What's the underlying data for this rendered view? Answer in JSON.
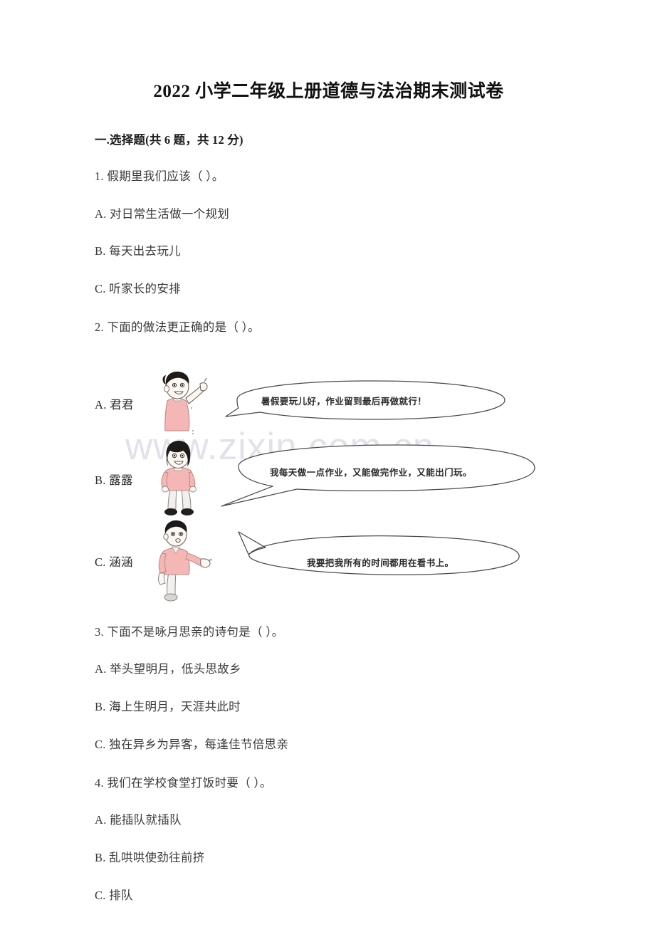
{
  "document": {
    "title": "2022 小学二年级上册道德与法治期末测试卷",
    "watermark": "www.zixin.com.cn"
  },
  "section": {
    "heading": "一.选择题(共 6 题，共 12 分)"
  },
  "questions": [
    {
      "stem": "1. 假期里我们应该（        ）。",
      "options": [
        "A. 对日常生活做一个规划",
        "B. 每天出去玩儿",
        "C. 听家长的安排"
      ]
    },
    {
      "stem": "2. 下面的做法更正确的是（        ）。",
      "picture_options": [
        {
          "label": "A. 君君",
          "speech": "暑假要玩儿好，作业留到最后再做就行！",
          "character": "boy-pointing-up"
        },
        {
          "label": "B. 露露",
          "speech": "我每天做一点作业，又能做完作业，又能出门玩。",
          "character": "girl-standing"
        },
        {
          "label": "C. 涵涵",
          "speech": "我要把我所有的时间都用在看书上。",
          "character": "boy-pointing-right"
        }
      ]
    },
    {
      "stem": "3. 下面不是咏月思亲的诗句是（        ）。",
      "options": [
        "A. 举头望明月，低头思故乡",
        "B. 海上生明月，天涯共此时",
        "C. 独在异乡为异客，每逢佳节倍思亲"
      ]
    },
    {
      "stem": "4. 我们在学校食堂打饭时要（        ）。",
      "options": [
        "A. 能插队就插队",
        "B. 乱哄哄使劲往前挤",
        "C. 排队"
      ]
    }
  ],
  "colors": {
    "ink": "#3a3a3a",
    "title_ink": "#111111",
    "shirt_pink": "#f4b7b5",
    "hair_black": "#1d1b1a",
    "skin": "#fdf6f1",
    "bubble_stroke": "#4a4a4a",
    "watermark": "#e3e1ea"
  }
}
